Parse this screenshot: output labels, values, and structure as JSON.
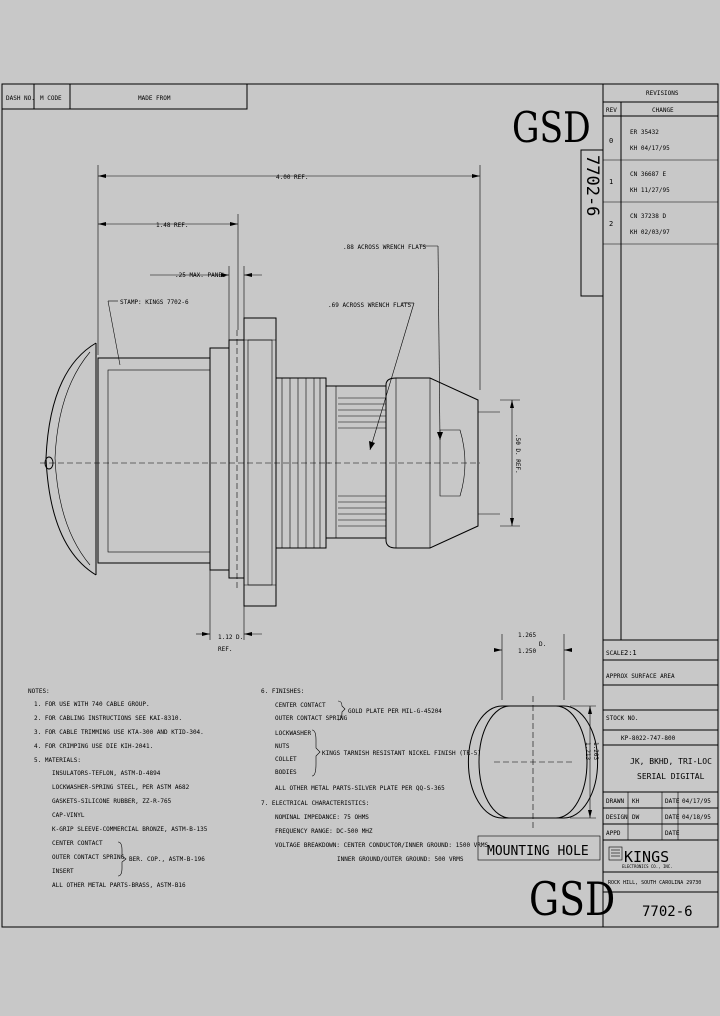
{
  "title_block": {
    "dash_no_label": "DASH NO.",
    "m_code_label": "M CODE",
    "made_from_label": "MADE FROM",
    "logo_top": "GSD",
    "logo_bottom": "GSD",
    "part_number_vertical": "7702-6",
    "revisions_title": "REVISIONS",
    "rev_col_label": "REV",
    "change_col_label": "CHANGE",
    "revisions": [
      {
        "rev": "0",
        "line1": "ER  35432",
        "line2": "KH  04/17/95"
      },
      {
        "rev": "1",
        "line1": "CN  36687 E",
        "line2": "KH  11/27/95"
      },
      {
        "rev": "2",
        "line1": "CN  37238 D",
        "line2": "KH  02/03/97"
      }
    ],
    "scale_label": "SCALE",
    "scale_value": "2:1",
    "approx_surface_area": "APPROX SURFACE AREA",
    "stock_label": "STOCK NO.",
    "stock_value": "KP-8022-747-800",
    "description_line1": "JK, BKHD, TRI-LOC",
    "description_line2": "SERIAL DIGITAL",
    "drawn_label": "DRAWN",
    "drawn_by": "KH",
    "drawn_date_label": "DATE",
    "drawn_date": "04/17/95",
    "design_label": "DESIGN",
    "design_by": "DW",
    "design_date_label": "DATE",
    "design_date": "04/18/95",
    "appd_label": "APPD",
    "appd_date_label": "DATE",
    "company_name": "KINGS",
    "company_sub": "ELECTRONICS CO., INC.",
    "company_address": "ROCK HILL, SOUTH CAROLINA 29730",
    "drawing_number": "7702-6"
  },
  "dimensions": {
    "overall": "4.00 REF.",
    "body_length": "1.48 REF.",
    "panel": ".25 MAX. PANEL",
    "stamp": "STAMP: KINGS 7702-6",
    "wrench_flats_1": ".88 ACROSS WRENCH FLATS",
    "wrench_flats_2": ".69 ACROSS WRENCH FLATS",
    "diameter": "1.12 D.",
    "diameter_ref": "REF.",
    "ref_dia": ".50 D. REF."
  },
  "mounting_hole": {
    "label": "MOUNTING HOLE",
    "dia_max": "1.265",
    "dia_min": "1.250",
    "dia_suffix": "D.",
    "flat_max": "1.213",
    "flat_min": "1.203"
  },
  "notes": {
    "header": "NOTES:",
    "items": [
      "1.  FOR USE WITH 740 CABLE GROUP.",
      "2.  FOR CABLING INSTRUCTIONS SEE KAI-8310.",
      "3.  FOR CABLE TRIMMING USE KTA-300 AND KTID-304.",
      "4.  FOR CRIMPING USE DIE KIH-2041."
    ],
    "materials_header": "5.  MATERIALS:",
    "materials": [
      "INSULATORS-TEFLON, ASTM-D-4894",
      "LOCKWASHER-SPRING STEEL, PER ASTM A682",
      "GASKETS-SILICONE RUBBER, ZZ-R-765",
      "CAP-VINYL",
      "K-GRIP SLEEVE-COMMERCIAL BRONZE, ASTM-B-135",
      "CENTER CONTACT",
      "OUTER CONTACT SPRING",
      "INSERT",
      "ALL OTHER METAL PARTS-BRASS, ASTM-B16"
    ],
    "materials_brace_text": "BER. COP., ASTM-B-196"
  },
  "finishes": {
    "header": "6.  FINISHES:",
    "gold_items": [
      "CENTER CONTACT",
      "OUTER CONTACT SPRING"
    ],
    "gold_text": "GOLD PLATE PER MIL-G-45204",
    "nickel_items": [
      "LOCKWASHER",
      "NUTS",
      "COLLET",
      "BODIES"
    ],
    "nickel_text": "KINGS TARNISH RESISTANT NICKEL FINISH (TR-5)",
    "other": "ALL OTHER METAL PARTS-SILVER PLATE PER QQ-S-365"
  },
  "electrical": {
    "header": "7.  ELECTRICAL CHARACTERISTICS:",
    "impedance": "NOMINAL IMPEDANCE: 75 OHMS",
    "frequency": "FREQUENCY RANGE: DC-500 MHZ",
    "voltage_1": "VOLTAGE BREAKDOWN: CENTER CONDUCTOR/INNER GROUND: 1500 VRMS",
    "voltage_2": "INNER GROUND/OUTER GROUND: 500 VRMS"
  }
}
